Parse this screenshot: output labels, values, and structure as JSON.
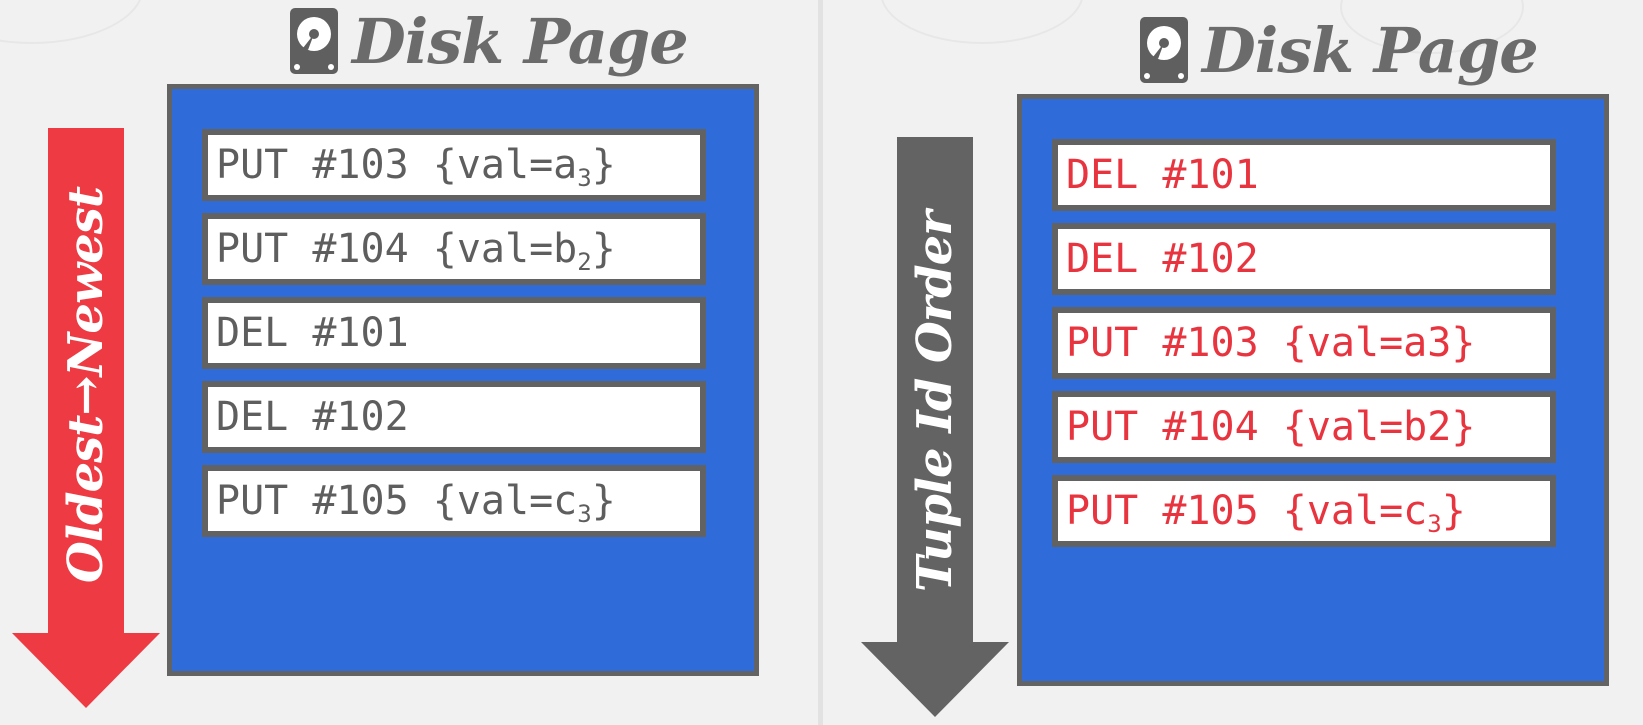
{
  "left_panel": {
    "title": "Disk Page",
    "arrow_label": "Oldest→Newest",
    "arrow_color": "#ee3b43",
    "records": [
      {
        "text": "PUT #103 {val=a",
        "sub": "3",
        "tail": "}"
      },
      {
        "text": "PUT #104 {val=b",
        "sub": "2",
        "tail": "}"
      },
      {
        "text": "DEL #101",
        "sub": "",
        "tail": ""
      },
      {
        "text": "DEL #102",
        "sub": "",
        "tail": ""
      },
      {
        "text": "PUT #105 {val=c",
        "sub": "3",
        "tail": "}"
      }
    ]
  },
  "right_panel": {
    "title": "Disk Page",
    "arrow_label": "Tuple Id Order",
    "arrow_color": "#636363",
    "records": [
      {
        "text": "DEL #101",
        "sub": "",
        "tail": ""
      },
      {
        "text": "DEL #102",
        "sub": "",
        "tail": ""
      },
      {
        "text": "PUT #103 {val=a3}",
        "sub": "",
        "tail": ""
      },
      {
        "text": "PUT #104 {val=b2}",
        "sub": "",
        "tail": ""
      },
      {
        "text": "PUT #105 {val=c",
        "sub": "3",
        "tail": "}"
      }
    ]
  },
  "colors": {
    "page_fill": "#2f6bd9",
    "record_border": "#626262",
    "left_text": "#5e5e5e",
    "right_text": "#e8343f"
  },
  "icons": [
    "hard-disk-icon"
  ]
}
